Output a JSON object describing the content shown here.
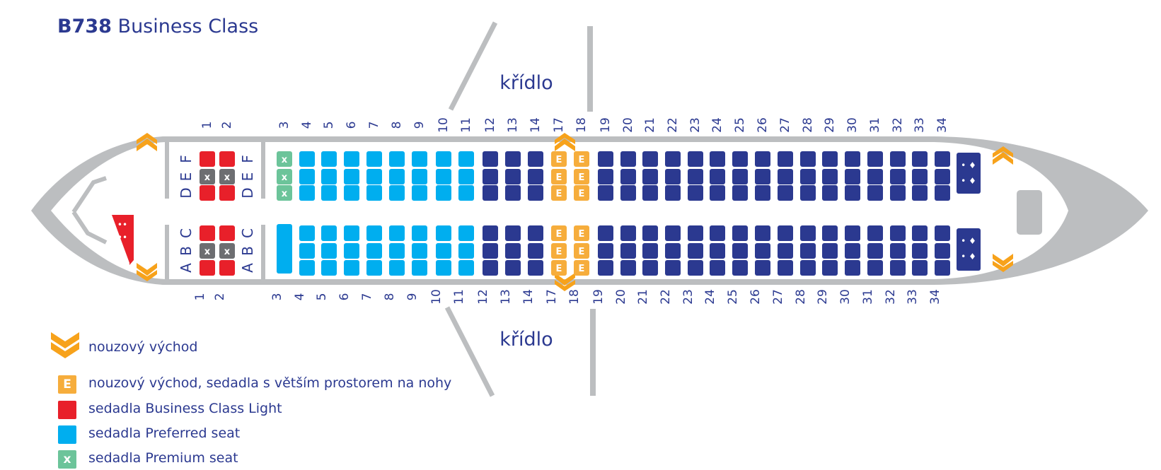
{
  "title": {
    "code": "B738",
    "name": "Business Class"
  },
  "wing_label": "křídlo",
  "row_numbers": [
    "1",
    "2",
    "3",
    "4",
    "5",
    "6",
    "7",
    "8",
    "9",
    "10",
    "11",
    "12",
    "13",
    "14",
    "17",
    "18",
    "19",
    "20",
    "21",
    "22",
    "23",
    "24",
    "25",
    "26",
    "27",
    "28",
    "29",
    "30",
    "31",
    "32",
    "33",
    "34"
  ],
  "seat_letters": {
    "top": [
      "D",
      "E",
      "F"
    ],
    "bottom": [
      "A",
      "B",
      "C"
    ]
  },
  "seat_marks": {
    "blocked": "x",
    "premium": "x",
    "exit": "E"
  },
  "colors": {
    "business_light": "#e8202a",
    "preferred": "#00aeef",
    "premium": "#6cc49a",
    "standard": "#2b3990",
    "exit_seat": "#f6ad3c",
    "blocked": "#6d6e71",
    "exit_arrow": "#f7a21b",
    "fuselage": "#bcbec0",
    "wing": "#bcbec0"
  },
  "legend": [
    {
      "type": "arrow",
      "label": "nouzový východ"
    },
    {
      "type": "exit_seat",
      "label": "nouzový východ, sedadla s větším prostorem na nohy",
      "mark": "E"
    },
    {
      "type": "business_light",
      "label": "sedadla Business Class Light"
    },
    {
      "type": "preferred",
      "label": "sedadla Preferred seat"
    },
    {
      "type": "premium",
      "label": "sedadla Premium seat",
      "mark": "x"
    }
  ],
  "icons": [
    "lavatory-icon",
    "exit-arrow-icon",
    "wing-shape"
  ]
}
